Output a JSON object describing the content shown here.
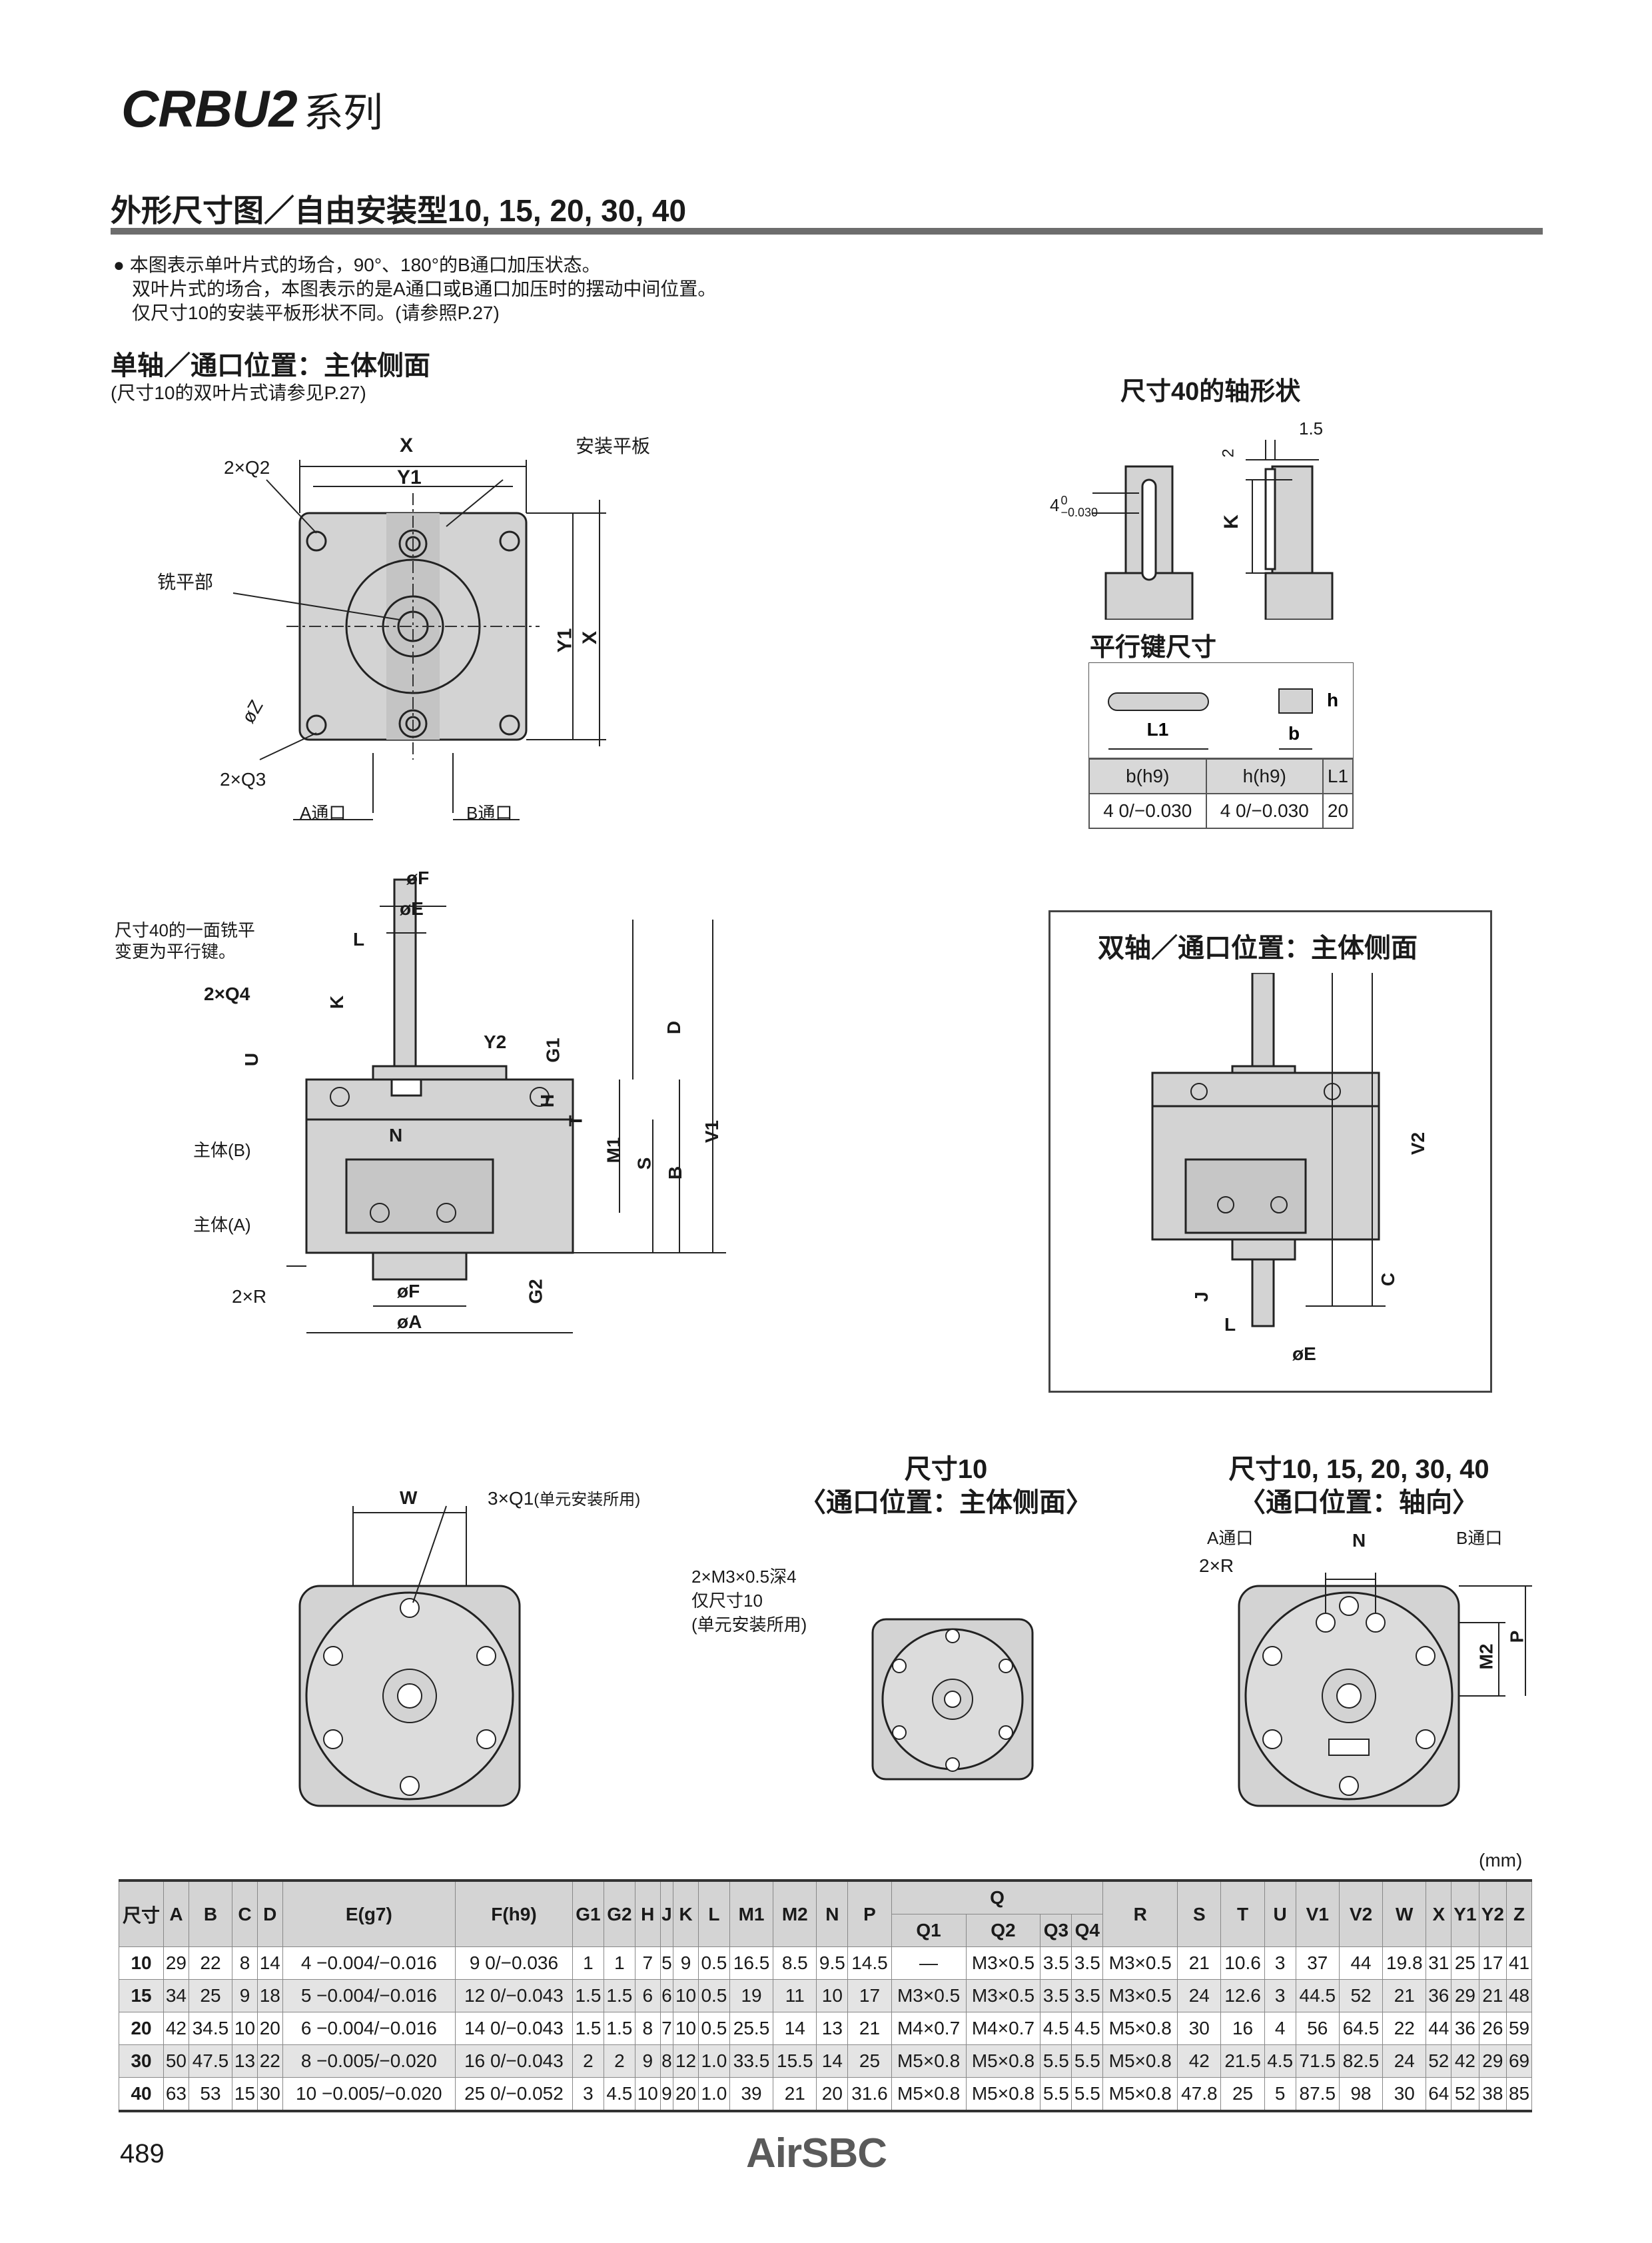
{
  "header": {
    "series_model": "CRBU2",
    "series_suffix": "系列",
    "section_title": "外形尺寸图／自由安装型10, 15, 20, 30, 40"
  },
  "notes": [
    "● 本图表示单叶片式的场合，90°、180°的B通口加压状态。",
    "双叶片式的场合，本图表示的是A通口或B通口加压时的摆动中间位置。",
    "仅尺寸10的安装平板形状不同。(请参照P.27)"
  ],
  "single_axis": {
    "title": "单轴／通口位置：主体侧面",
    "note": "(尺寸10的双叶片式请参见P.27)"
  },
  "shaft40": {
    "title": "尺寸40的轴形状",
    "dim_1_5": "1.5",
    "dim_2": "2",
    "dim_k": "K",
    "dim_4": "4",
    "tol_upper": "0",
    "tol_lower": "−0.030"
  },
  "key_dims": {
    "title": "平行键尺寸",
    "label_l1": "L1",
    "label_b": "b",
    "label_h": "h",
    "headers": [
      "b(h9)",
      "h(h9)",
      "L1"
    ],
    "row": [
      "4 0/−0.030",
      "4 0/−0.030",
      "20"
    ]
  },
  "top_view": {
    "x": "X",
    "y1": "Y1",
    "q2": "2×Q2",
    "q3": "2×Q3",
    "oz": "øZ",
    "plate": "安装平板",
    "flat": "铣平部",
    "port_a": "A通口",
    "port_b": "B通口"
  },
  "side_view": {
    "phi_f": "øF",
    "phi_e": "øE",
    "l": "L",
    "k": "K",
    "note1": "尺寸40的一面铣平",
    "note2": "变更为平行键。",
    "q4": "2×Q4",
    "u": "U",
    "y2": "Y2",
    "g1": "G1",
    "d": "D",
    "h": "H",
    "t": "T",
    "m1": "M1",
    "s": "S",
    "b": "B",
    "v1": "V1",
    "n": "N",
    "body_b": "主体(B)",
    "body_a": "主体(A)",
    "r": "2×R",
    "phi_f2": "øF",
    "g2": "G2",
    "phi_a": "øA"
  },
  "double_axis": {
    "title": "双轴／通口位置：主体侧面",
    "v2": "V2",
    "c": "C",
    "j": "J",
    "l": "L",
    "phi_e": "øE"
  },
  "bottom_view": {
    "w": "W",
    "q1": "3×Q1",
    "q1_note": "(单元安装所用)"
  },
  "size10_view": {
    "title1": "尺寸10",
    "title2": "〈通口位置：主体侧面〉",
    "note1": "2×M3×0.5深4",
    "note2": "仅尺寸10",
    "note3": "(单元安装所用)"
  },
  "axial_view": {
    "title1": "尺寸10, 15, 20, 30, 40",
    "title2": "〈通口位置：轴向〉",
    "port_a": "A通口",
    "port_b": "B通口",
    "n": "N",
    "r": "2×R",
    "m2": "M2",
    "p": "P"
  },
  "table": {
    "unit": "(mm)",
    "header_top": [
      "尺寸",
      "A",
      "B",
      "C",
      "D",
      "E(g7)",
      "F(h9)",
      "G1",
      "G2",
      "H",
      "J",
      "K",
      "L",
      "M1",
      "M2",
      "N",
      "P",
      "Q",
      "R",
      "S",
      "T",
      "U",
      "V1",
      "V2",
      "W",
      "X",
      "Y1",
      "Y2",
      "Z"
    ],
    "header_q": [
      "Q1",
      "Q2",
      "Q3",
      "Q4"
    ],
    "rows": [
      [
        "10",
        "29",
        "22",
        "8",
        "14",
        "4 −0.004/−0.016",
        "9 0/−0.036",
        "1",
        "1",
        "7",
        "5",
        "9",
        "0.5",
        "16.5",
        "8.5",
        "9.5",
        "14.5",
        "—",
        "M3×0.5",
        "3.5",
        "3.5",
        "M3×0.5",
        "21",
        "10.6",
        "3",
        "37",
        "44",
        "19.8",
        "31",
        "25",
        "17",
        "41"
      ],
      [
        "15",
        "34",
        "25",
        "9",
        "18",
        "5 −0.004/−0.016",
        "12 0/−0.043",
        "1.5",
        "1.5",
        "6",
        "6",
        "10",
        "0.5",
        "19",
        "11",
        "10",
        "17",
        "M3×0.5",
        "M3×0.5",
        "3.5",
        "3.5",
        "M3×0.5",
        "24",
        "12.6",
        "3",
        "44.5",
        "52",
        "21",
        "36",
        "29",
        "21",
        "48"
      ],
      [
        "20",
        "42",
        "34.5",
        "10",
        "20",
        "6 −0.004/−0.016",
        "14 0/−0.043",
        "1.5",
        "1.5",
        "8",
        "7",
        "10",
        "0.5",
        "25.5",
        "14",
        "13",
        "21",
        "M4×0.7",
        "M4×0.7",
        "4.5",
        "4.5",
        "M5×0.8",
        "30",
        "16",
        "4",
        "56",
        "64.5",
        "22",
        "44",
        "36",
        "26",
        "59"
      ],
      [
        "30",
        "50",
        "47.5",
        "13",
        "22",
        "8 −0.005/−0.020",
        "16 0/−0.043",
        "2",
        "2",
        "9",
        "8",
        "12",
        "1.0",
        "33.5",
        "15.5",
        "14",
        "25",
        "M5×0.8",
        "M5×0.8",
        "5.5",
        "5.5",
        "M5×0.8",
        "42",
        "21.5",
        "4.5",
        "71.5",
        "82.5",
        "24",
        "52",
        "42",
        "29",
        "69"
      ],
      [
        "40",
        "63",
        "53",
        "15",
        "30",
        "10 −0.005/−0.020",
        "25 0/−0.052",
        "3",
        "4.5",
        "10",
        "9",
        "20",
        "1.0",
        "39",
        "21",
        "20",
        "31.6",
        "M5×0.8",
        "M5×0.8",
        "5.5",
        "5.5",
        "M5×0.8",
        "47.8",
        "25",
        "5",
        "87.5",
        "98",
        "30",
        "64",
        "52",
        "38",
        "85"
      ]
    ]
  },
  "footer": {
    "page_number": "489",
    "logo": "AirSBC"
  }
}
